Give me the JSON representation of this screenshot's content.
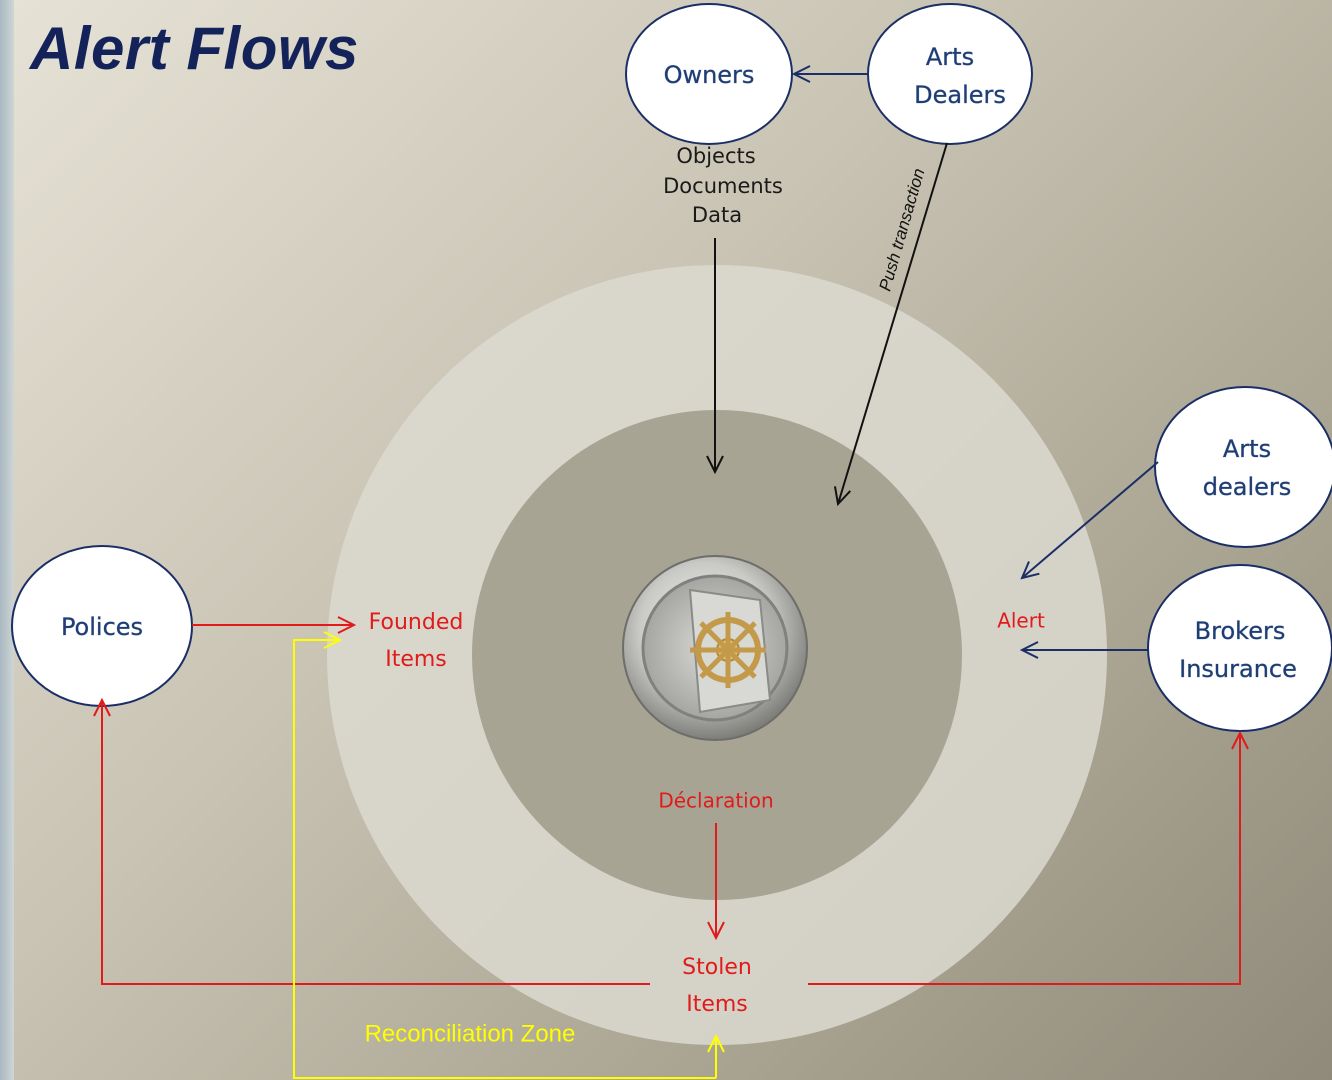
{
  "title": "Alert Flows",
  "nodes": {
    "owners": "Owners",
    "arts_dealers_top": [
      "Arts",
      "Dealers"
    ],
    "arts_dealers_right": [
      "Arts",
      "dealers"
    ],
    "brokers_insurance": [
      "Brokers",
      "Insurance"
    ],
    "polices": "Polices"
  },
  "labels": {
    "objects_docs_data": [
      "Objects",
      "Documents",
      "Data"
    ],
    "push_transaction": "Push transaction",
    "founded_items": [
      "Founded",
      "Items"
    ],
    "alert": "Alert",
    "declaration": "Déclaration",
    "stolen_items": [
      "Stolen",
      "Items"
    ],
    "reconciliation_zone": "Reconciliation Zone"
  },
  "colors": {
    "title": "#13235a",
    "navy_arrow": "#1b2f66",
    "red_arrow": "#e11b1b",
    "yellow_arrow": "#ffff00",
    "outer_ring": "#dcd9d0",
    "inner_disk": "#a8a493"
  },
  "icons": {
    "center": "vault-door-icon"
  }
}
